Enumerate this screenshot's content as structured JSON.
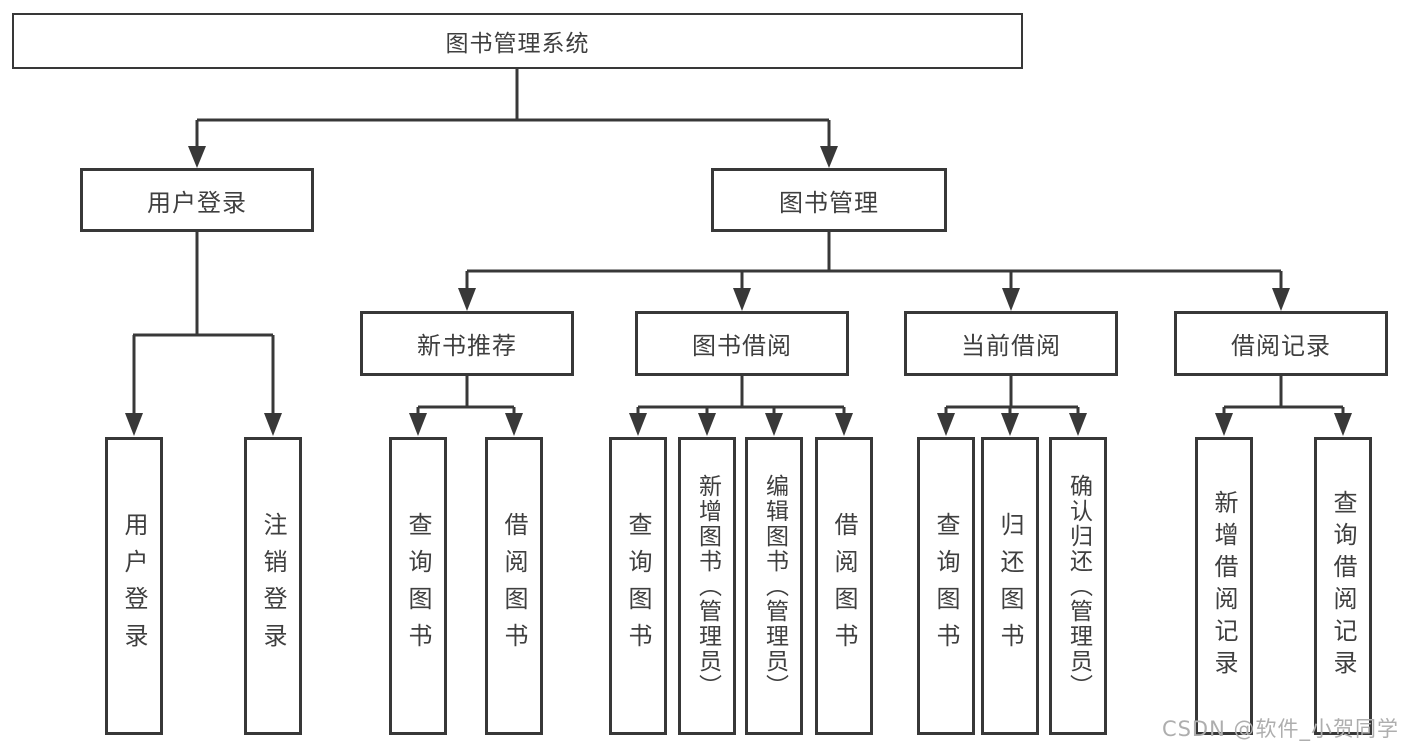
{
  "root": {
    "label": "图书管理系统"
  },
  "branches": [
    {
      "label": "用户登录",
      "children": [
        "用户登录",
        "注销登录"
      ]
    },
    {
      "label": "图书管理",
      "modules": [
        {
          "label": "新书推荐",
          "children": [
            "查询图书",
            "借阅图书"
          ]
        },
        {
          "label": "图书借阅",
          "children": [
            "查询图书",
            "新增图书（管理员）",
            "编辑图书（管理员）",
            "借阅图书"
          ]
        },
        {
          "label": "当前借阅",
          "children": [
            "查询图书",
            "归还图书",
            "确认归还（管理员）"
          ]
        },
        {
          "label": "借阅记录",
          "children": [
            "新增借阅记录",
            "查询借阅记录"
          ]
        }
      ]
    }
  ],
  "watermark": "CSDN @软件_小贺同学",
  "colors": {
    "line": "#383838",
    "box_border": "#383838",
    "text": "#3f3f3f",
    "watermark": "#aeaeae",
    "background": "#ffffff"
  }
}
